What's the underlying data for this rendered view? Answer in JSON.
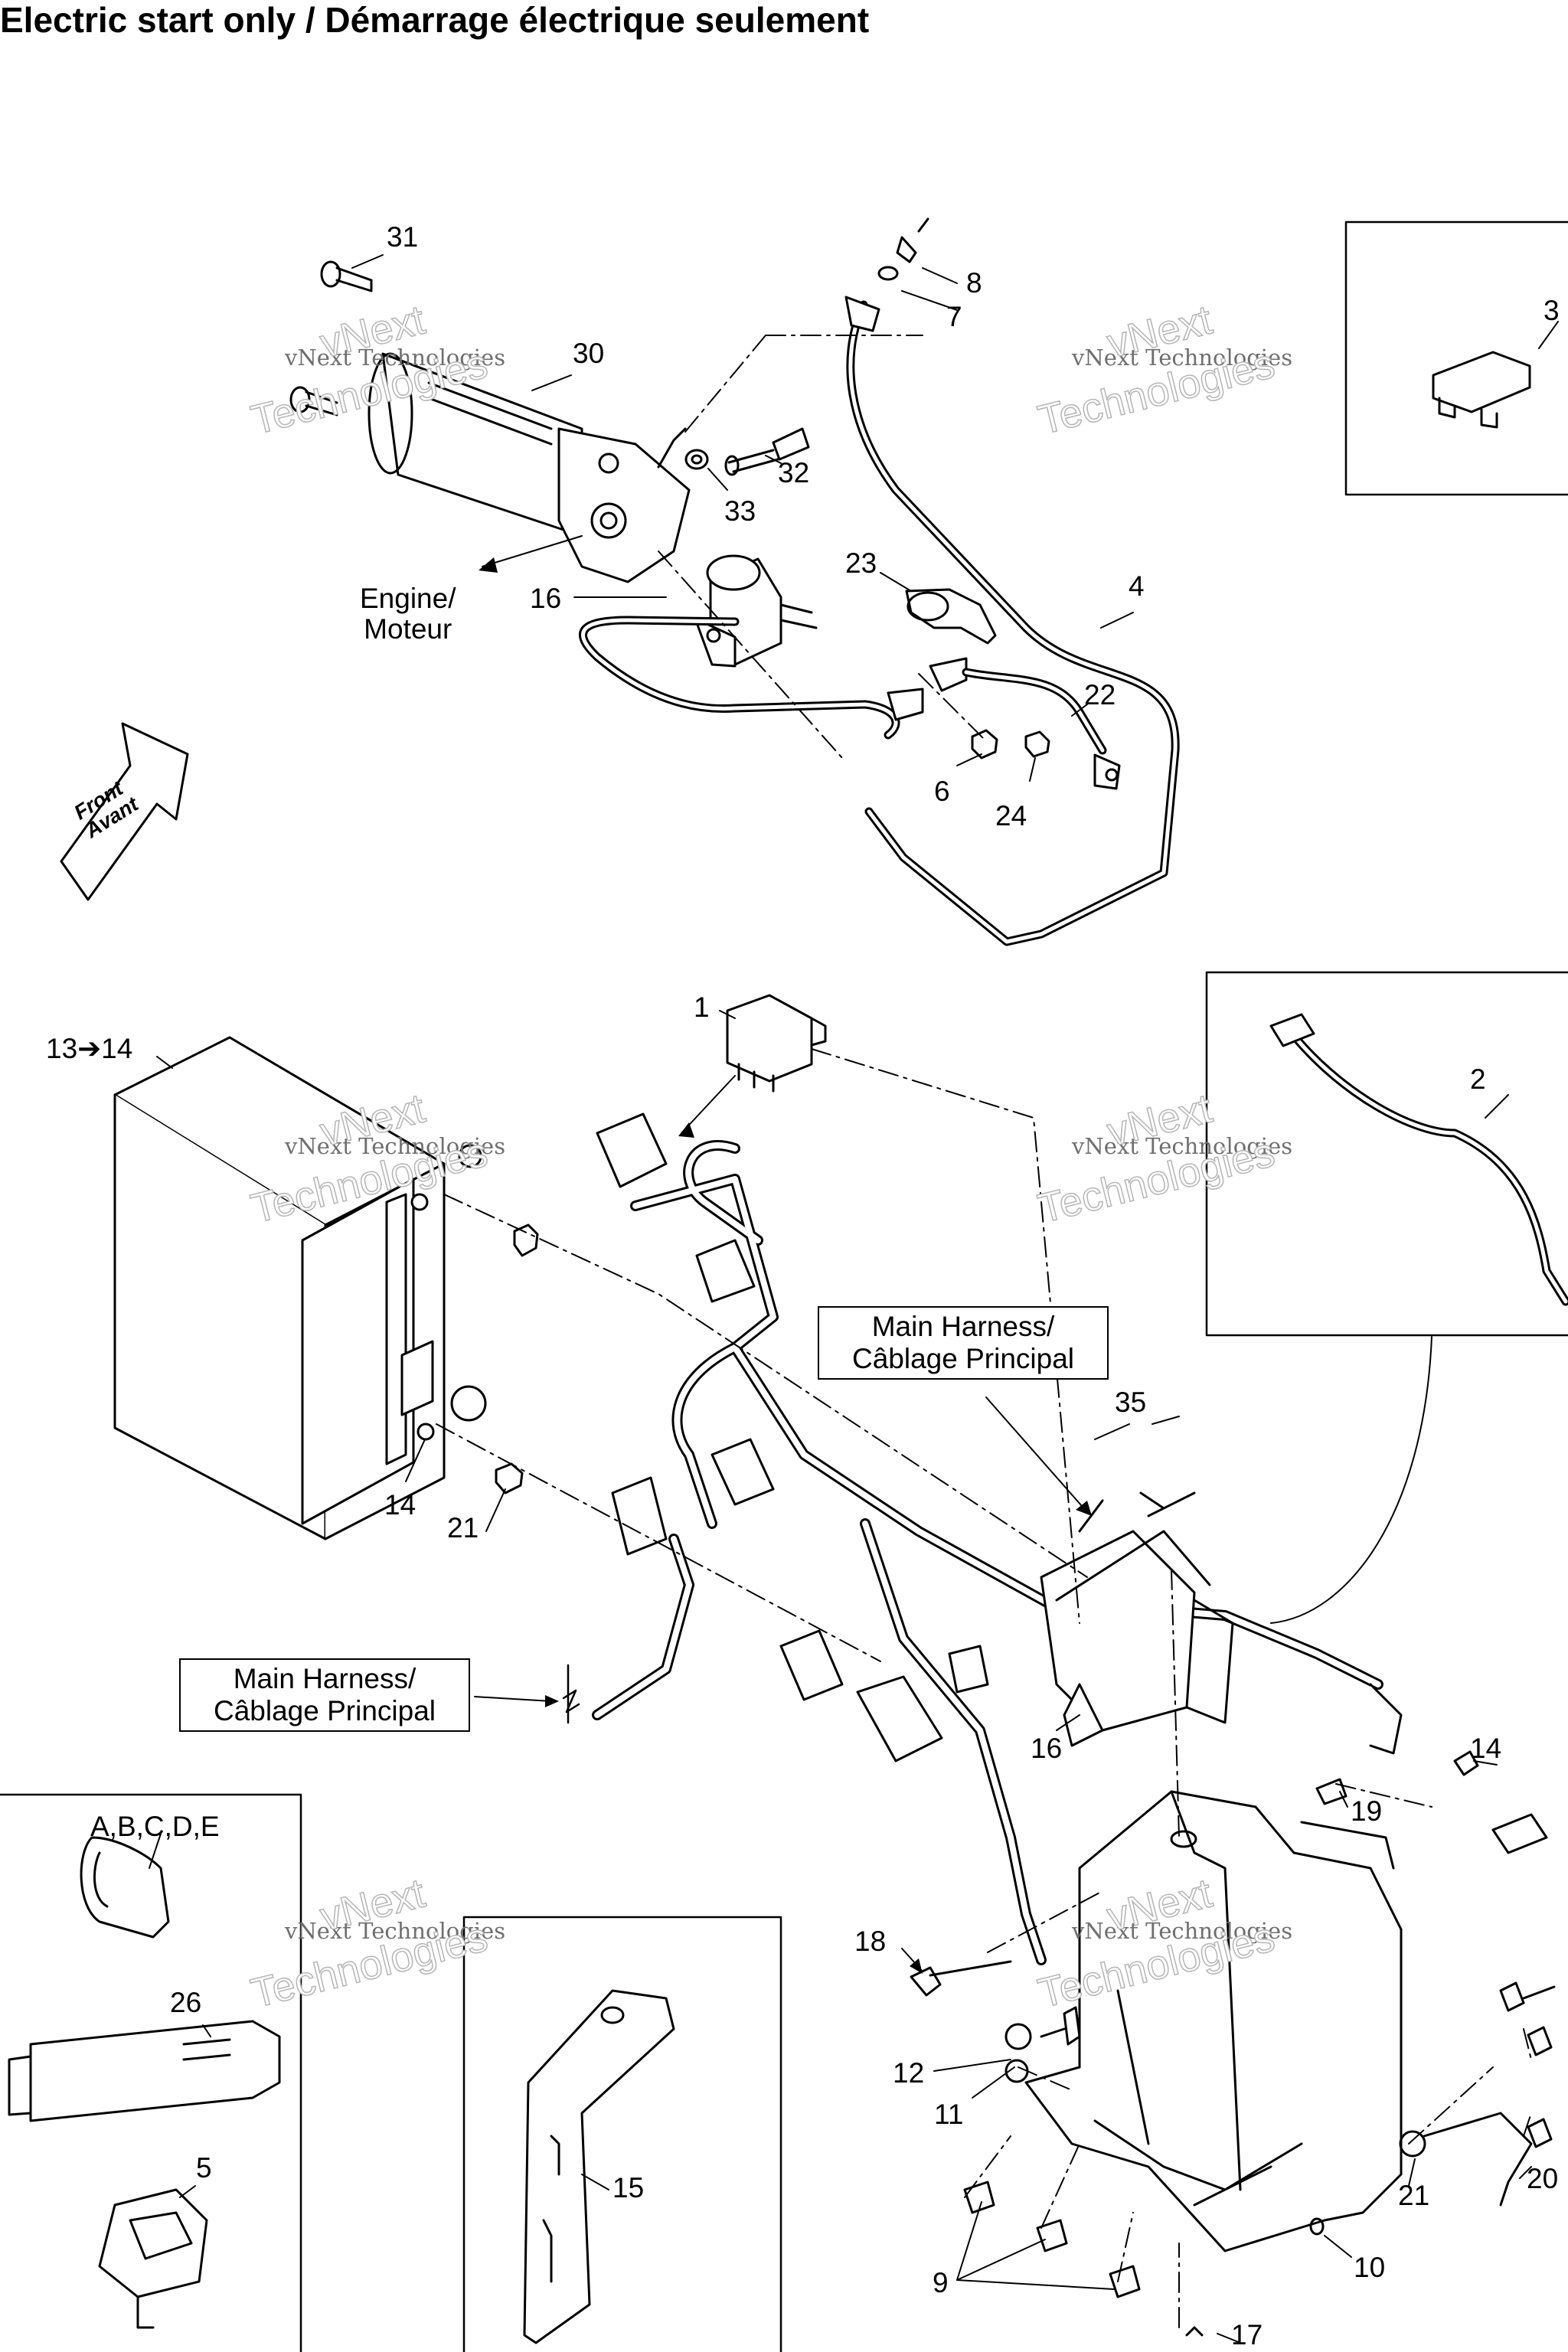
{
  "title": "Electric start only / Démarrage électrique seulement",
  "watermark": {
    "line1": "vNext Technologies",
    "line2": "vNext",
    "line3": "Technologies"
  },
  "front_arrow": {
    "line1": "Front",
    "line2": "Avant"
  },
  "callouts": {
    "c31": "31",
    "c30": "30",
    "c8": "8",
    "c7": "7",
    "c3": "3",
    "c32": "32",
    "c33": "33",
    "c23": "23",
    "c4": "4",
    "c16a": "16",
    "c22": "22",
    "c6": "6",
    "c24": "24",
    "c1": "1",
    "c13_14": "13➔14",
    "c2": "2",
    "c35": "35",
    "c14a": "14",
    "c21a": "21",
    "c16b": "16",
    "c14b": "14",
    "c19": "19",
    "c18": "18",
    "c12": "12",
    "c11": "11",
    "c15": "15",
    "c21b": "21",
    "c20": "20",
    "c9": "9",
    "c10": "10",
    "c17": "17",
    "c26": "26",
    "c5": "5",
    "c_kit": "A,B,C,D,E"
  },
  "engine_label": {
    "line1": "Engine/",
    "line2": "Moteur"
  },
  "harness_label_1": {
    "line1": "Main Harness/",
    "line2": "Câblage Principal"
  },
  "harness_label_2": {
    "line1": "Main Harness/",
    "line2": "Câblage Principal"
  },
  "negative_symbol": "−"
}
